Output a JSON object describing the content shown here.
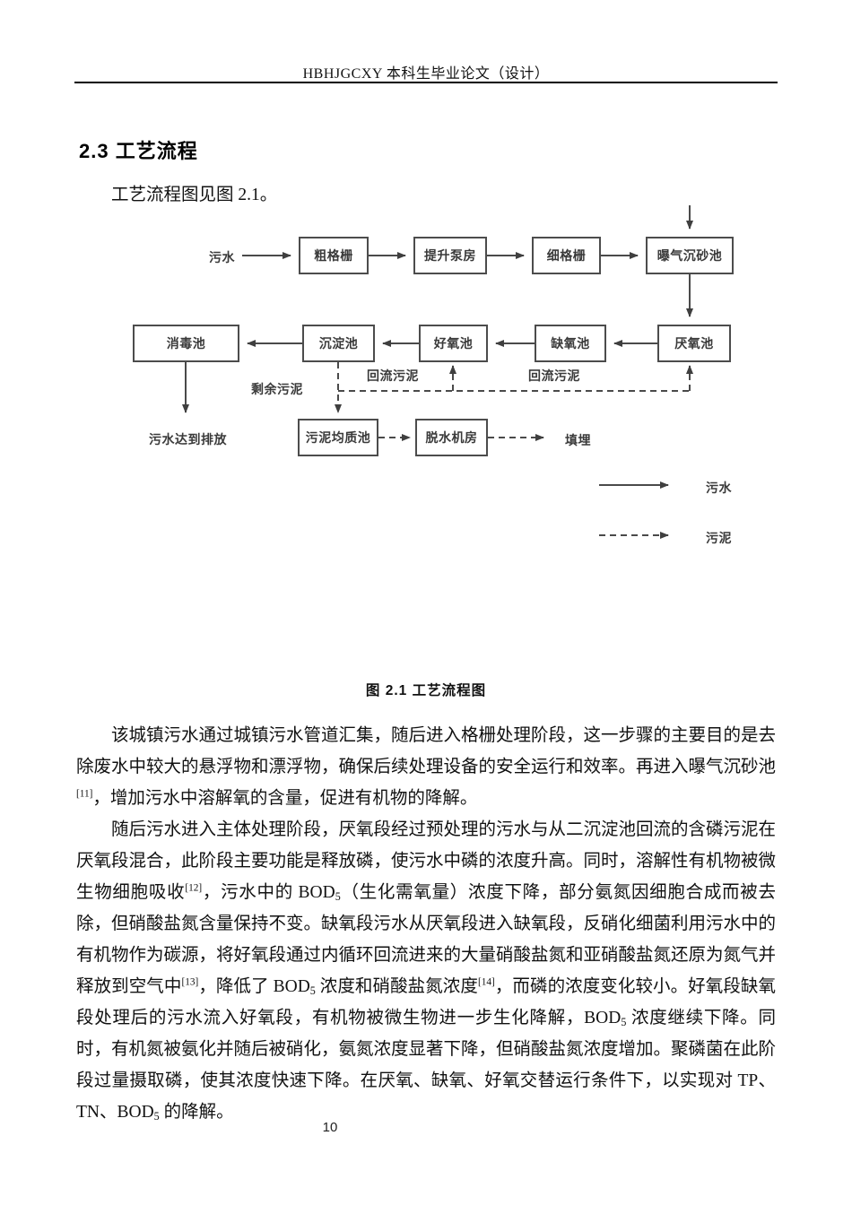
{
  "header": {
    "title": "HBHJGCXY 本科生毕业论文（设计）"
  },
  "section": {
    "heading": "2.3 工艺流程",
    "intro": "工艺流程图见图 2.1。"
  },
  "figure": {
    "caption": "图 2.1  工艺流程图",
    "boxes": {
      "coarse_screen": "粗格栅",
      "lift_pump_house": "提升泵房",
      "fine_screen": "细格栅",
      "aerated_grit_chamber": "曝气沉砂池",
      "disinfection_tank": "消毒池",
      "sedimentation_tank": "沉淀池",
      "aerobic_tank": "好氧池",
      "anoxic_tank": "缺氧池",
      "anaerobic_tank": "厌氧池",
      "sludge_homogenization_tank": "污泥均质池",
      "dewatering_room": "脱水机房"
    },
    "labels": {
      "influent": "污水",
      "return_sludge_left": "回流污泥",
      "return_sludge_right": "回流污泥",
      "excess_sludge": "剩余污泥",
      "effluent": "污水达到排放",
      "landfill": "填埋"
    },
    "legend": {
      "wastewater": "污水",
      "sludge": "污泥"
    },
    "colors": {
      "line": "#4a4a4a",
      "box_border": "#4c4c4c",
      "text": "#3a3a3a"
    }
  },
  "paragraphs": [
    {
      "segments": [
        {
          "t": "该城镇污水通过城镇污水管道汇集，随后进入格栅处理阶段，这一步骤的主要目的是去除废水中较大的悬浮物和漂浮物，确保后续处理设备的安全运行和效率。再进入曝气沉砂池"
        },
        {
          "sup": "[11]"
        },
        {
          "t": "，增加污水中溶解氧的含量，促进有机物的降解。"
        }
      ]
    },
    {
      "segments": [
        {
          "t": "随后污水进入主体处理阶段，厌氧段经过预处理的污水与从二沉淀池回流的含磷污泥在厌氧段混合，此阶段主要功能是释放磷，使污水中磷的浓度升高。同时，溶解性有机物被微生物细胞吸收"
        },
        {
          "sup": "[12]"
        },
        {
          "t": "，污水中的 BOD"
        },
        {
          "sub": "5"
        },
        {
          "t": "（生化需氧量）浓度下降，部分氨氮因细胞合成而被去除，但硝酸盐氮含量保持不变。缺氧段污水从厌氧段进入缺氧段，反硝化细菌利用污水中的有机物作为碳源，将好氧段通过内循环回流进来的大量硝酸盐氮和亚硝酸盐氮还原为氮气并释放到空气中"
        },
        {
          "sup": "[13]"
        },
        {
          "t": "，降低了 BOD"
        },
        {
          "sub": "5"
        },
        {
          "t": " 浓度和硝酸盐氮浓度"
        },
        {
          "sup": "[14]"
        },
        {
          "t": "，而磷的浓度变化较小。好氧段缺氧段处理后的污水流入好氧段，有机物被微生物进一步生化降解，BOD"
        },
        {
          "sub": "5"
        },
        {
          "t": " 浓度继续下降。同时，有机氮被氨化并随后被硝化，氨氮浓度显著下降，但硝酸盐氮浓度增加。聚磷菌在此阶段过量摄取磷，使其浓度快速下降。在厌氧、缺氧、好氧交替运行条件下，以实现对 TP、TN、BOD"
        },
        {
          "sub": "5"
        },
        {
          "t": " 的降解。"
        }
      ]
    }
  ],
  "footer": {
    "page_number": "10"
  }
}
